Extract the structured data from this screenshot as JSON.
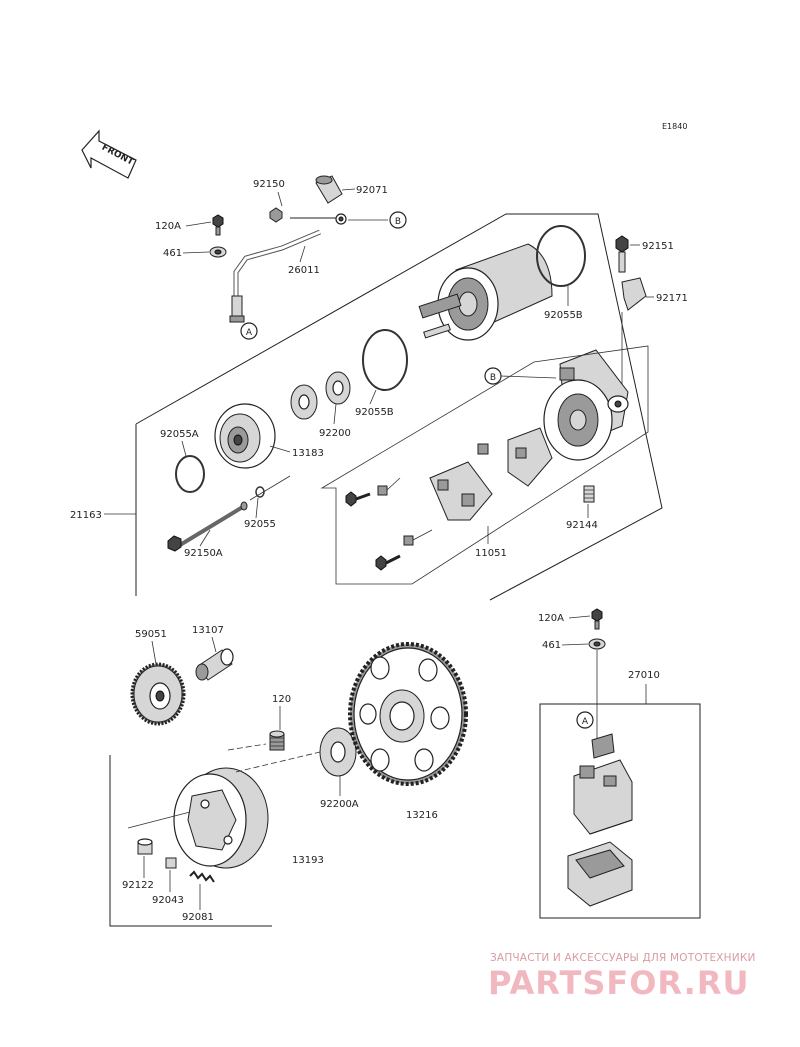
{
  "diagram_code": "E1840",
  "front_label": "FRONT",
  "ref_labels": {
    "a": "A",
    "b": "B"
  },
  "parts": {
    "p92150": "92150",
    "p92071": "92071",
    "p120A_top": "120A",
    "p461_top": "461",
    "p26011": "26011",
    "p92151": "92151",
    "p92171": "92171",
    "p92055B_top": "92055B",
    "p92055B_mid": "92055B",
    "p92200": "92200",
    "p13183": "13183",
    "p92055A": "92055A",
    "p92055": "92055",
    "p92150A": "92150A",
    "p21163": "21163",
    "p92144": "92144",
    "p11051": "11051",
    "p59051": "59051",
    "p13107": "13107",
    "p120": "120",
    "p92200A": "92200A",
    "p13216": "13216",
    "p13193": "13193",
    "p92122": "92122",
    "p92043": "92043",
    "p92081": "92081",
    "p120A_bot": "120A",
    "p461_bot": "461",
    "p27010": "27010"
  },
  "watermark": {
    "caption": "ЗАПЧАСТИ И АКСЕССУАРЫ ДЛЯ МОТОТЕХНИКИ",
    "brand": "PARTSFOR.RU"
  }
}
